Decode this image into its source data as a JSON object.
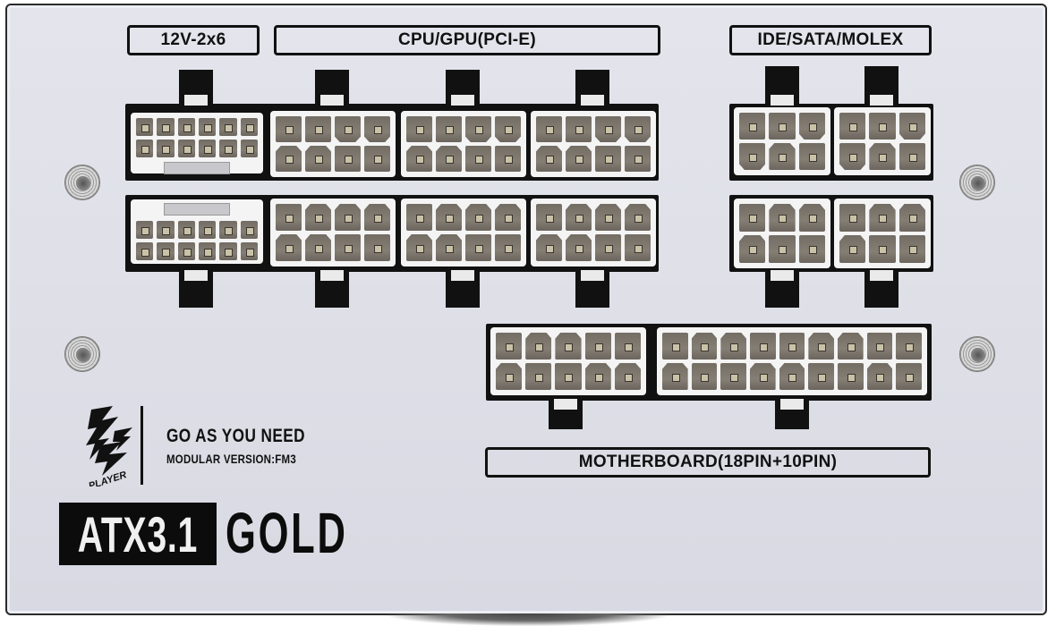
{
  "labels": {
    "connector_12v": "12V-2x6",
    "cpu_gpu": "CPU/GPU(PCI-E)",
    "ide_sata_molex": "IDE/SATA/MOLEX",
    "motherboard": "MOTHERBOARD(18PIN+10PIN)"
  },
  "branding": {
    "logo": "1st PLAYER",
    "slogan": "GO AS YOU NEED",
    "modular_version": "MODULAR VERSION:FM3",
    "atx_badge": "ATX3.1",
    "rating": "GOLD"
  },
  "connectors": {
    "12v_2x6": {
      "count": 2,
      "rows": 2,
      "cols": 6
    },
    "cpu_gpu": {
      "count": 6,
      "rows": 2,
      "cols": 4
    },
    "ide_sata_molex": {
      "count": 4,
      "rows": 2,
      "cols": 3
    },
    "motherboard_10pin": {
      "rows": 2,
      "cols": 5
    },
    "motherboard_18pin": {
      "rows": 2,
      "cols": 9
    }
  },
  "icons": [
    "screw-icon",
    "brand-logo-icon"
  ],
  "colors": {
    "panel": "#e0e1e8",
    "connector_housing": "#f4f4f4",
    "pin": "#7a746b",
    "pcb": "#111111",
    "text": "#111111"
  }
}
